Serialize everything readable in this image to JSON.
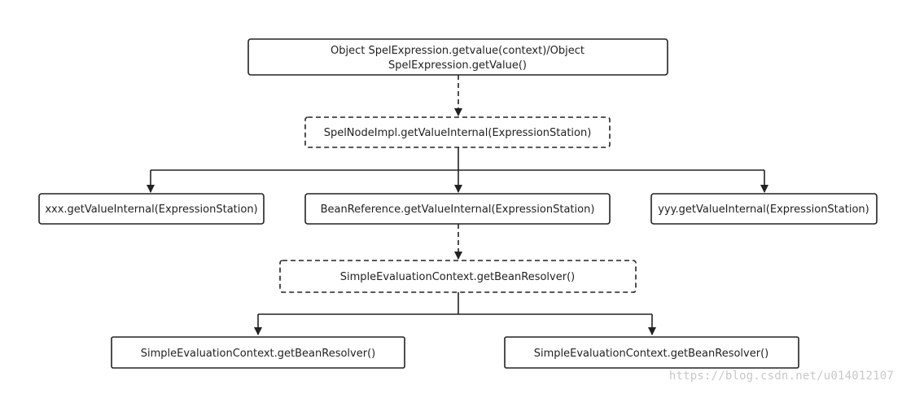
{
  "diagram": {
    "nodes": {
      "root_line1": "Object SpelExpression.getvalue(context)/Object",
      "root_line2": "SpelExpression.getValue()",
      "spel_node_impl": "SpelNodeImpl.getValueInternal(ExpressionStation)",
      "xxx": "xxx.getValueInternal(ExpressionStation)",
      "bean_reference": "BeanReference.getValueInternal(ExpressionStation)",
      "yyy": "yyy.getValueInternal(ExpressionStation)",
      "simple_context_dashed": "SimpleEvaluationContext.getBeanResolver()",
      "simple_context_left": "SimpleEvaluationContext.getBeanResolver()",
      "simple_context_right": "SimpleEvaluationContext.getBeanResolver()"
    },
    "colors": {
      "stroke": "#222222",
      "background": "#ffffff",
      "watermark": "#c8c8c8"
    }
  },
  "watermark": "https://blog.csdn.net/u014012107"
}
